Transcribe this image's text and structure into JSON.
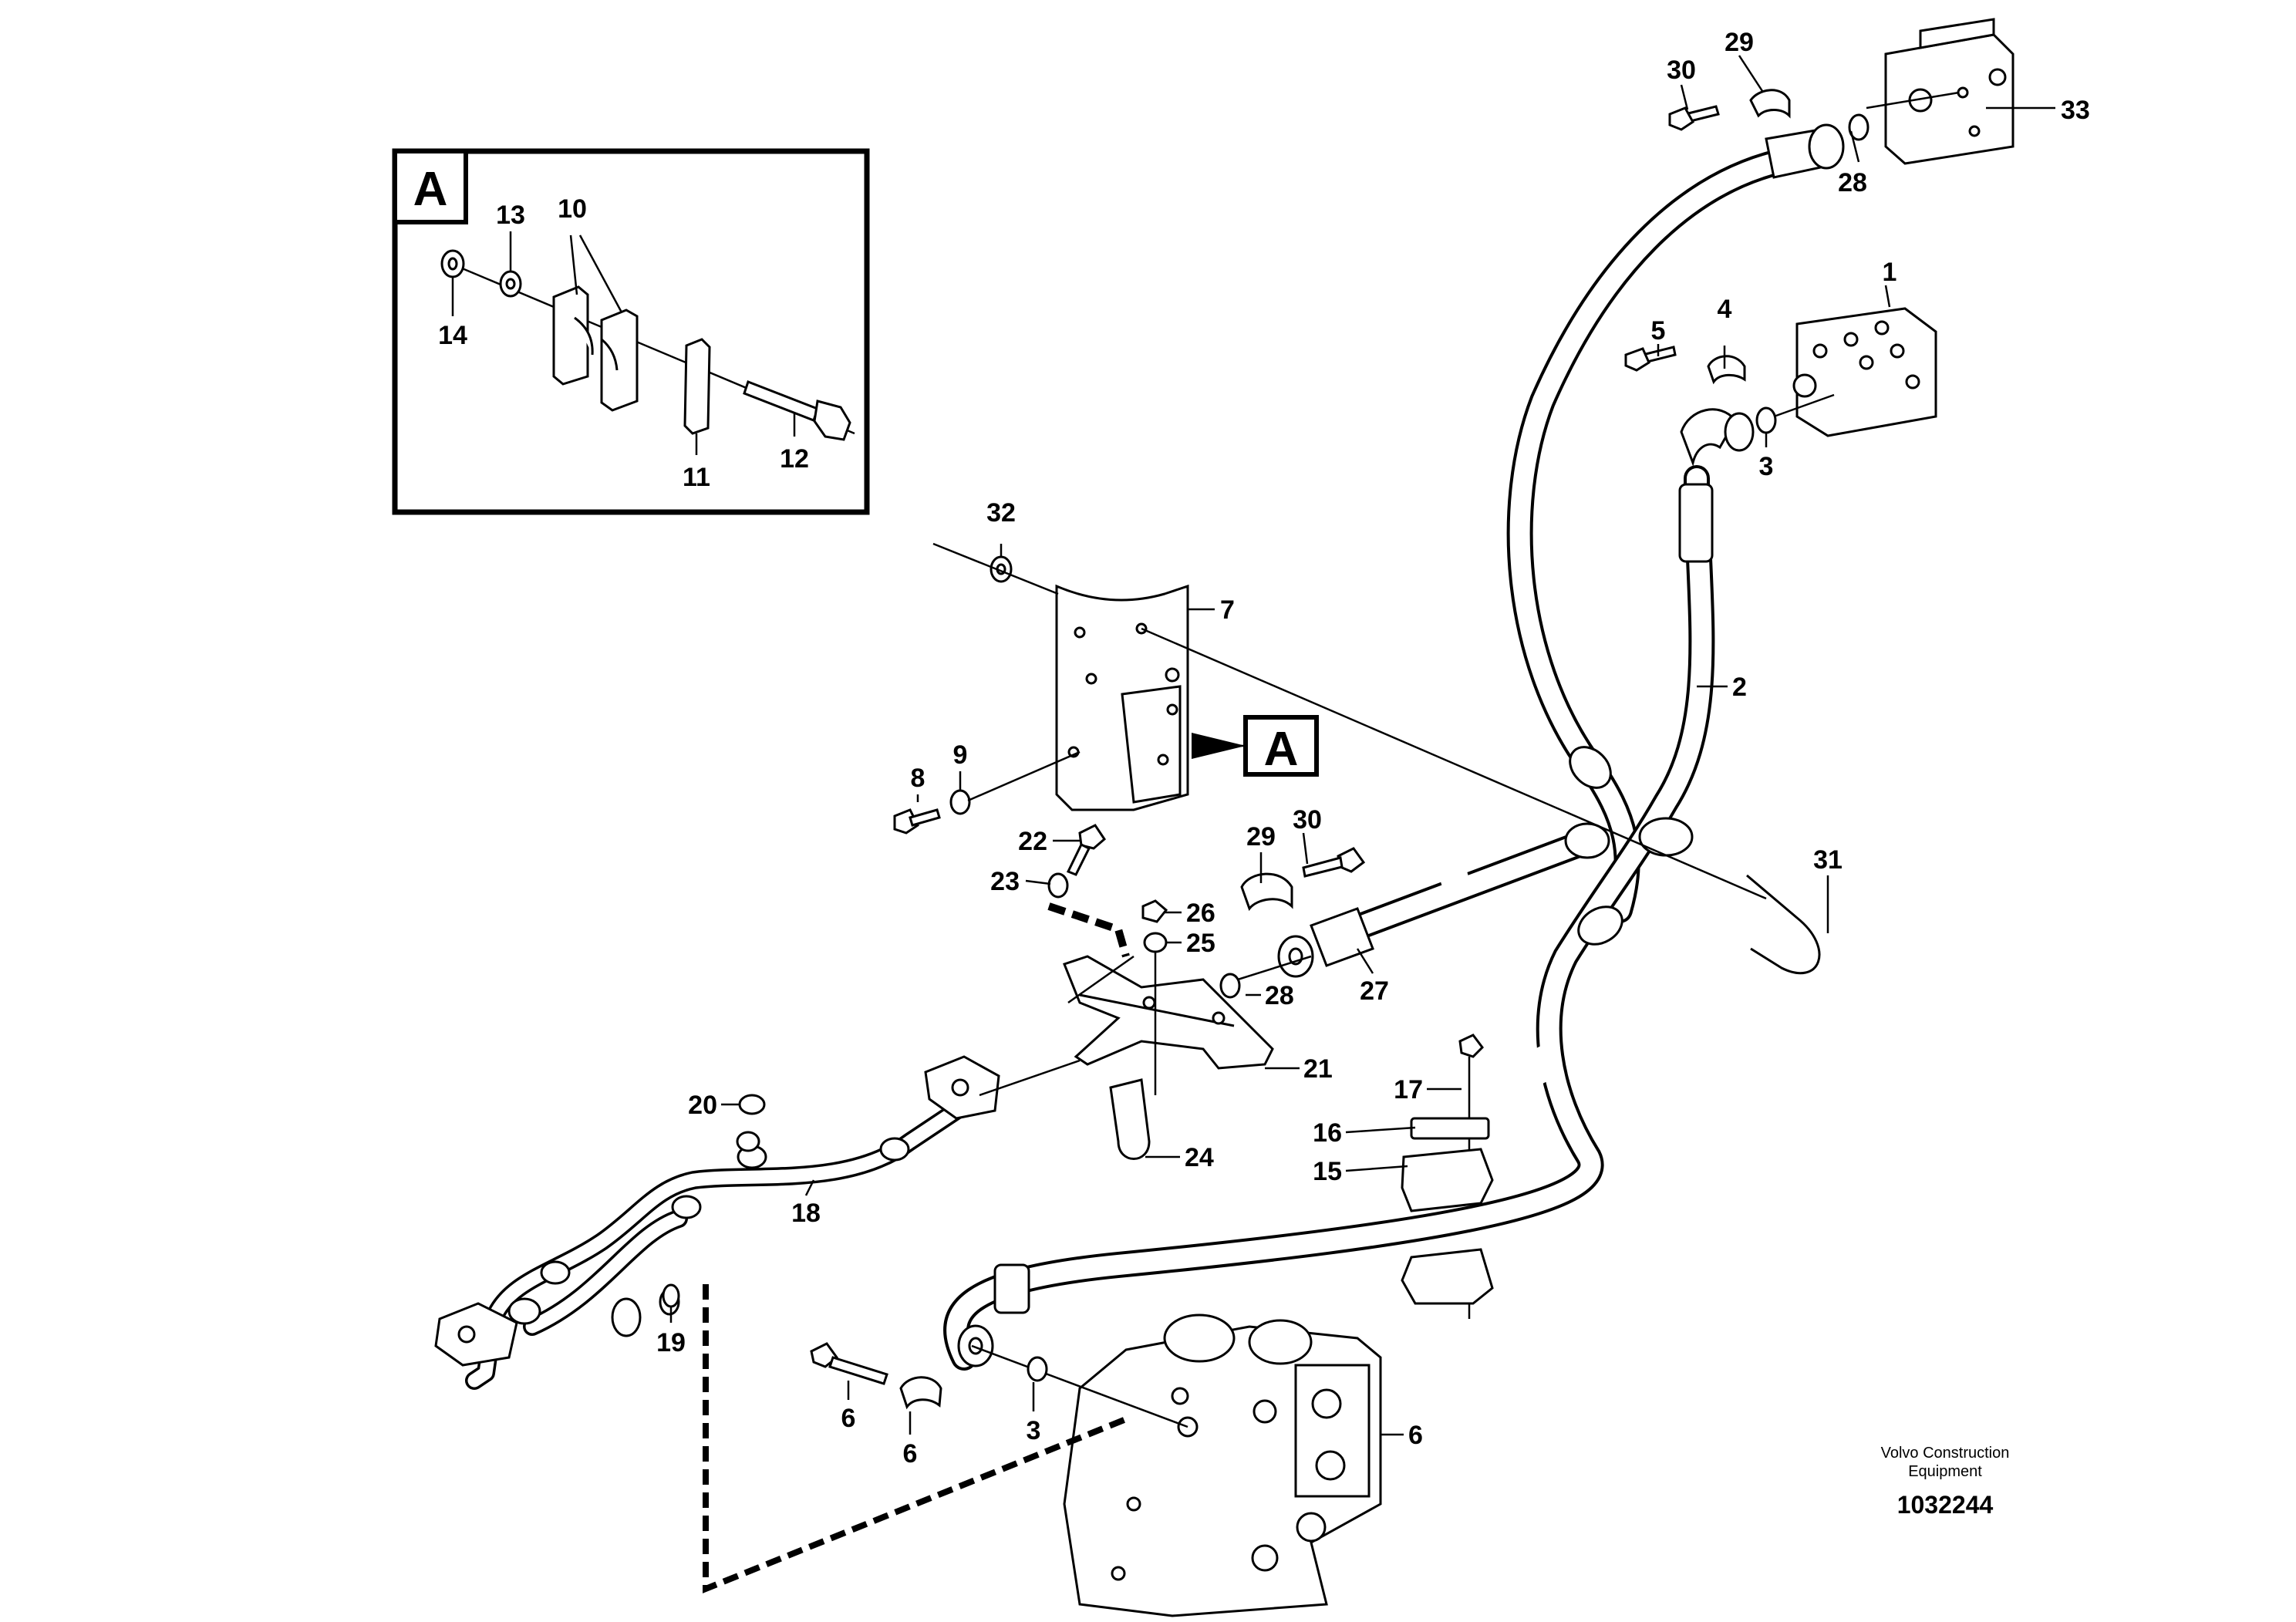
{
  "inset": {
    "label": "A"
  },
  "callout": {
    "label": "A"
  },
  "labels": {
    "p1": "1",
    "p2": "2",
    "p3a": "3",
    "p3b": "3",
    "p4": "4",
    "p5": "5",
    "p6a": "6",
    "p6b": "6",
    "p6c": "6",
    "p7": "7",
    "p8": "8",
    "p9": "9",
    "p10": "10",
    "p11": "11",
    "p12": "12",
    "p13": "13",
    "p14": "14",
    "p15": "15",
    "p16": "16",
    "p17": "17",
    "p18": "18",
    "p19": "19",
    "p20": "20",
    "p21": "21",
    "p22": "22",
    "p23": "23",
    "p24": "24",
    "p25": "25",
    "p26": "26",
    "p27": "27",
    "p28a": "28",
    "p28b": "28",
    "p29a": "29",
    "p29b": "29",
    "p30a": "30",
    "p30b": "30",
    "p31": "31",
    "p32": "32",
    "p33": "33"
  },
  "credit": {
    "line1": "Volvo Construction",
    "line2": "Equipment"
  },
  "document_number": "1032244"
}
